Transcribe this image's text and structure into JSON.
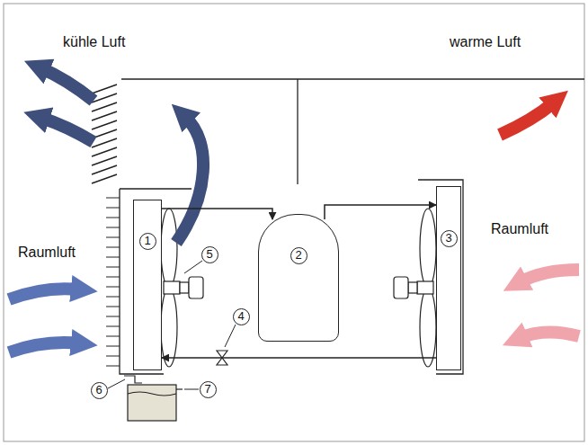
{
  "diagram": {
    "nodes": [
      {
        "text": [
          "1"
        ]
      },
      {
        "text": [
          "2"
        ]
      },
      {
        "text": [
          "3"
        ]
      }
    ],
    "edges": [
      {
        "from": 0,
        "to": 1,
        "arrow": "to"
      },
      {
        "from": 1,
        "to": 2,
        "arrow": "to"
      },
      {
        "from": 2,
        "to": 0,
        "arrow": "to"
      }
    ],
    "labels": [
      "kühle Luft",
      "warme Luft",
      "Raumluft",
      "Raumluft",
      "4",
      "5",
      "6",
      "7"
    ]
  }
}
